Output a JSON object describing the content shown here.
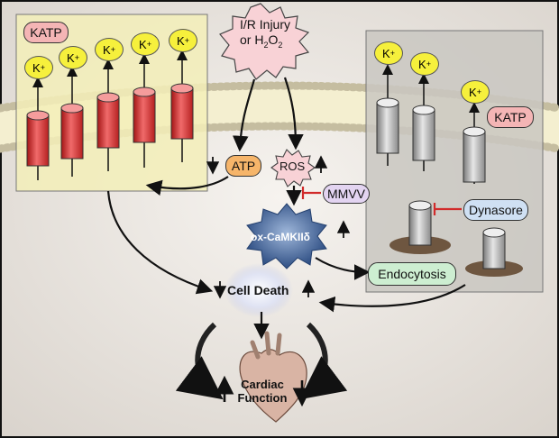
{
  "stimulus": "I/R Injury",
  "stimulus_or": "or H",
  "stimulus_h2o2_sub1": "2",
  "stimulus_h2o2_o": "O",
  "stimulus_h2o2_sub2": "2",
  "katp_left": "KATP",
  "katp_right": "KATP",
  "k_ion": "K+",
  "atp": "ATP",
  "ros": "ROS",
  "mmvv": "MMVV",
  "ox_camkii": "ox-CaMKIIδ",
  "dynasore": "Dynasore",
  "endocytosis": "Endocytosis",
  "cell_death": "Cell Death",
  "cardiac_line1": "Cardiac",
  "cardiac_line2": "Function",
  "colors": {
    "left_panel": "#f3efb8",
    "right_panel": "#c9c7c1",
    "channel_red": "#e03a3a",
    "channel_gray": "#b9b9b9",
    "k_yellow": "#f6f03c",
    "katp_pink": "#f4b5b5",
    "atp_orange": "#f6b56a",
    "mmvv_purple": "#e3d4f1",
    "dynasore_blue": "#cfe0f3",
    "endocytosis_green": "#cdeed1",
    "camkii_blue": "#4a6fa5"
  }
}
